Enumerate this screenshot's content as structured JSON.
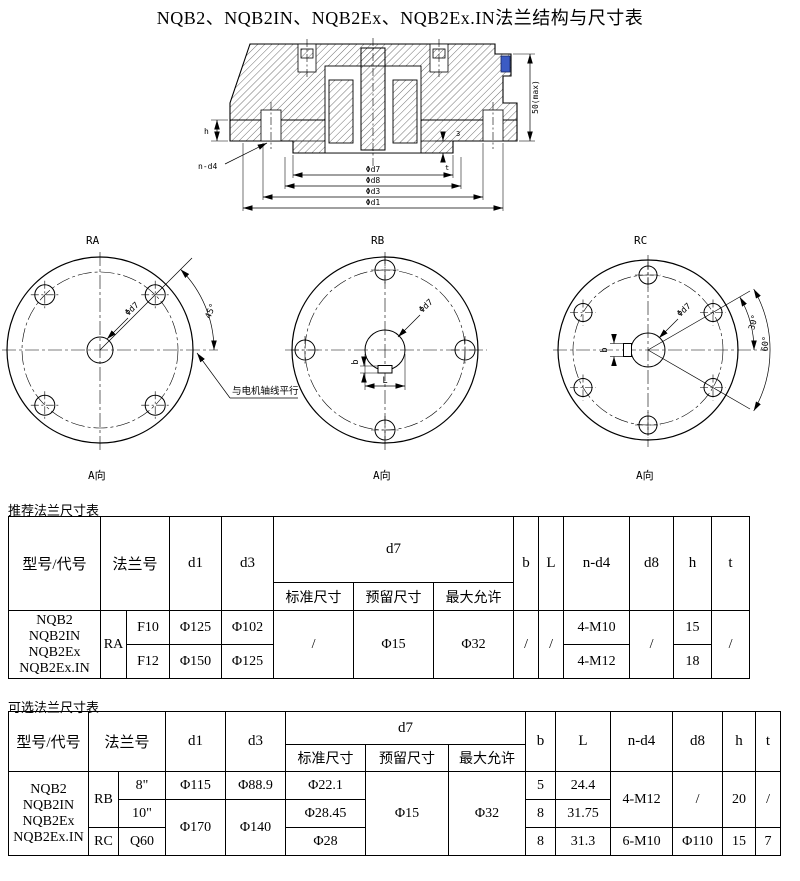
{
  "page_title": "NQB2、NQB2IN、NQB2Ex、NQB2Ex.IN法兰结构与尺寸表",
  "section_view": {
    "dim_50max": "50(max)",
    "dim_h": "h",
    "dim_nd4": "n-d4",
    "dim_d7": "Φd7",
    "dim_d8": "Φd8",
    "dim_d3": "Φd3",
    "dim_d1": "Φd1",
    "dim_3": "3",
    "dim_t": "t"
  },
  "views": {
    "ra": {
      "name": "RA",
      "direction": "A向",
      "angle": "45°",
      "d7": "Φd7",
      "note": "与电机轴线平行"
    },
    "rb": {
      "name": "RB",
      "direction": "A向",
      "d7": "Φd7",
      "b": "b",
      "L": "L"
    },
    "rc": {
      "name": "RC",
      "direction": "A向",
      "d7": "Φd7",
      "b": "b",
      "angle30": "30°",
      "angle60": "60°"
    }
  },
  "table1": {
    "caption": "推荐法兰尺寸表",
    "header": {
      "model": "型号/代号",
      "flange": "法兰号",
      "d1": "d1",
      "d3": "d3",
      "d7": "d7",
      "d7_std": "标准尺寸",
      "d7_reserved": "预留尺寸",
      "d7_max": "最大允许",
      "b": "b",
      "L": "L",
      "nd4": "n-d4",
      "d8": "d8",
      "h": "h",
      "t": "t"
    },
    "models": [
      "NQB2",
      "NQB2IN",
      "NQB2Ex",
      "NQB2Ex.IN"
    ],
    "flange_group": "RA",
    "rows": [
      {
        "flange_no": "F10",
        "d1": "Φ125",
        "d3": "Φ102",
        "nd4": "4-M10",
        "h": "15"
      },
      {
        "flange_no": "F12",
        "d1": "Φ150",
        "d3": "Φ125",
        "nd4": "4-M12",
        "h": "18"
      }
    ],
    "shared": {
      "d7_std": "/",
      "d7_reserved": "Φ15",
      "d7_max": "Φ32",
      "b": "/",
      "L": "/",
      "d8": "/",
      "t": "/"
    }
  },
  "table2": {
    "caption": "可选法兰尺寸表",
    "header": {
      "model": "型号/代号",
      "flange": "法兰号",
      "d1": "d1",
      "d3": "d3",
      "d7": "d7",
      "d7_std": "标准尺寸",
      "d7_reserved": "预留尺寸",
      "d7_max": "最大允许",
      "b": "b",
      "L": "L",
      "nd4": "n-d4",
      "d8": "d8",
      "h": "h",
      "t": "t"
    },
    "models": [
      "NQB2",
      "NQB2IN",
      "NQB2Ex",
      "NQB2Ex.IN"
    ],
    "groups": {
      "rb": "RB",
      "rc": "RC"
    },
    "r1": {
      "size": "8\"",
      "d1": "Φ115",
      "d3": "Φ88.9",
      "d7_std": "Φ22.1",
      "b": "5",
      "L": "24.4",
      "nd4": "4-M12",
      "d8": "/",
      "h": "20",
      "t": "/"
    },
    "r2": {
      "size": "10\"",
      "d1": "Φ170",
      "d3": "Φ140",
      "d7_std": "Φ28.45",
      "b": "8",
      "L": "31.75"
    },
    "r3": {
      "size": "Q60",
      "d7_std": "Φ28",
      "b": "8",
      "L": "31.3",
      "nd4": "6-M10",
      "d8": "Φ110",
      "h": "15",
      "t": "7"
    },
    "shared": {
      "d7_reserved": "Φ15",
      "d7_max": "Φ32"
    }
  }
}
